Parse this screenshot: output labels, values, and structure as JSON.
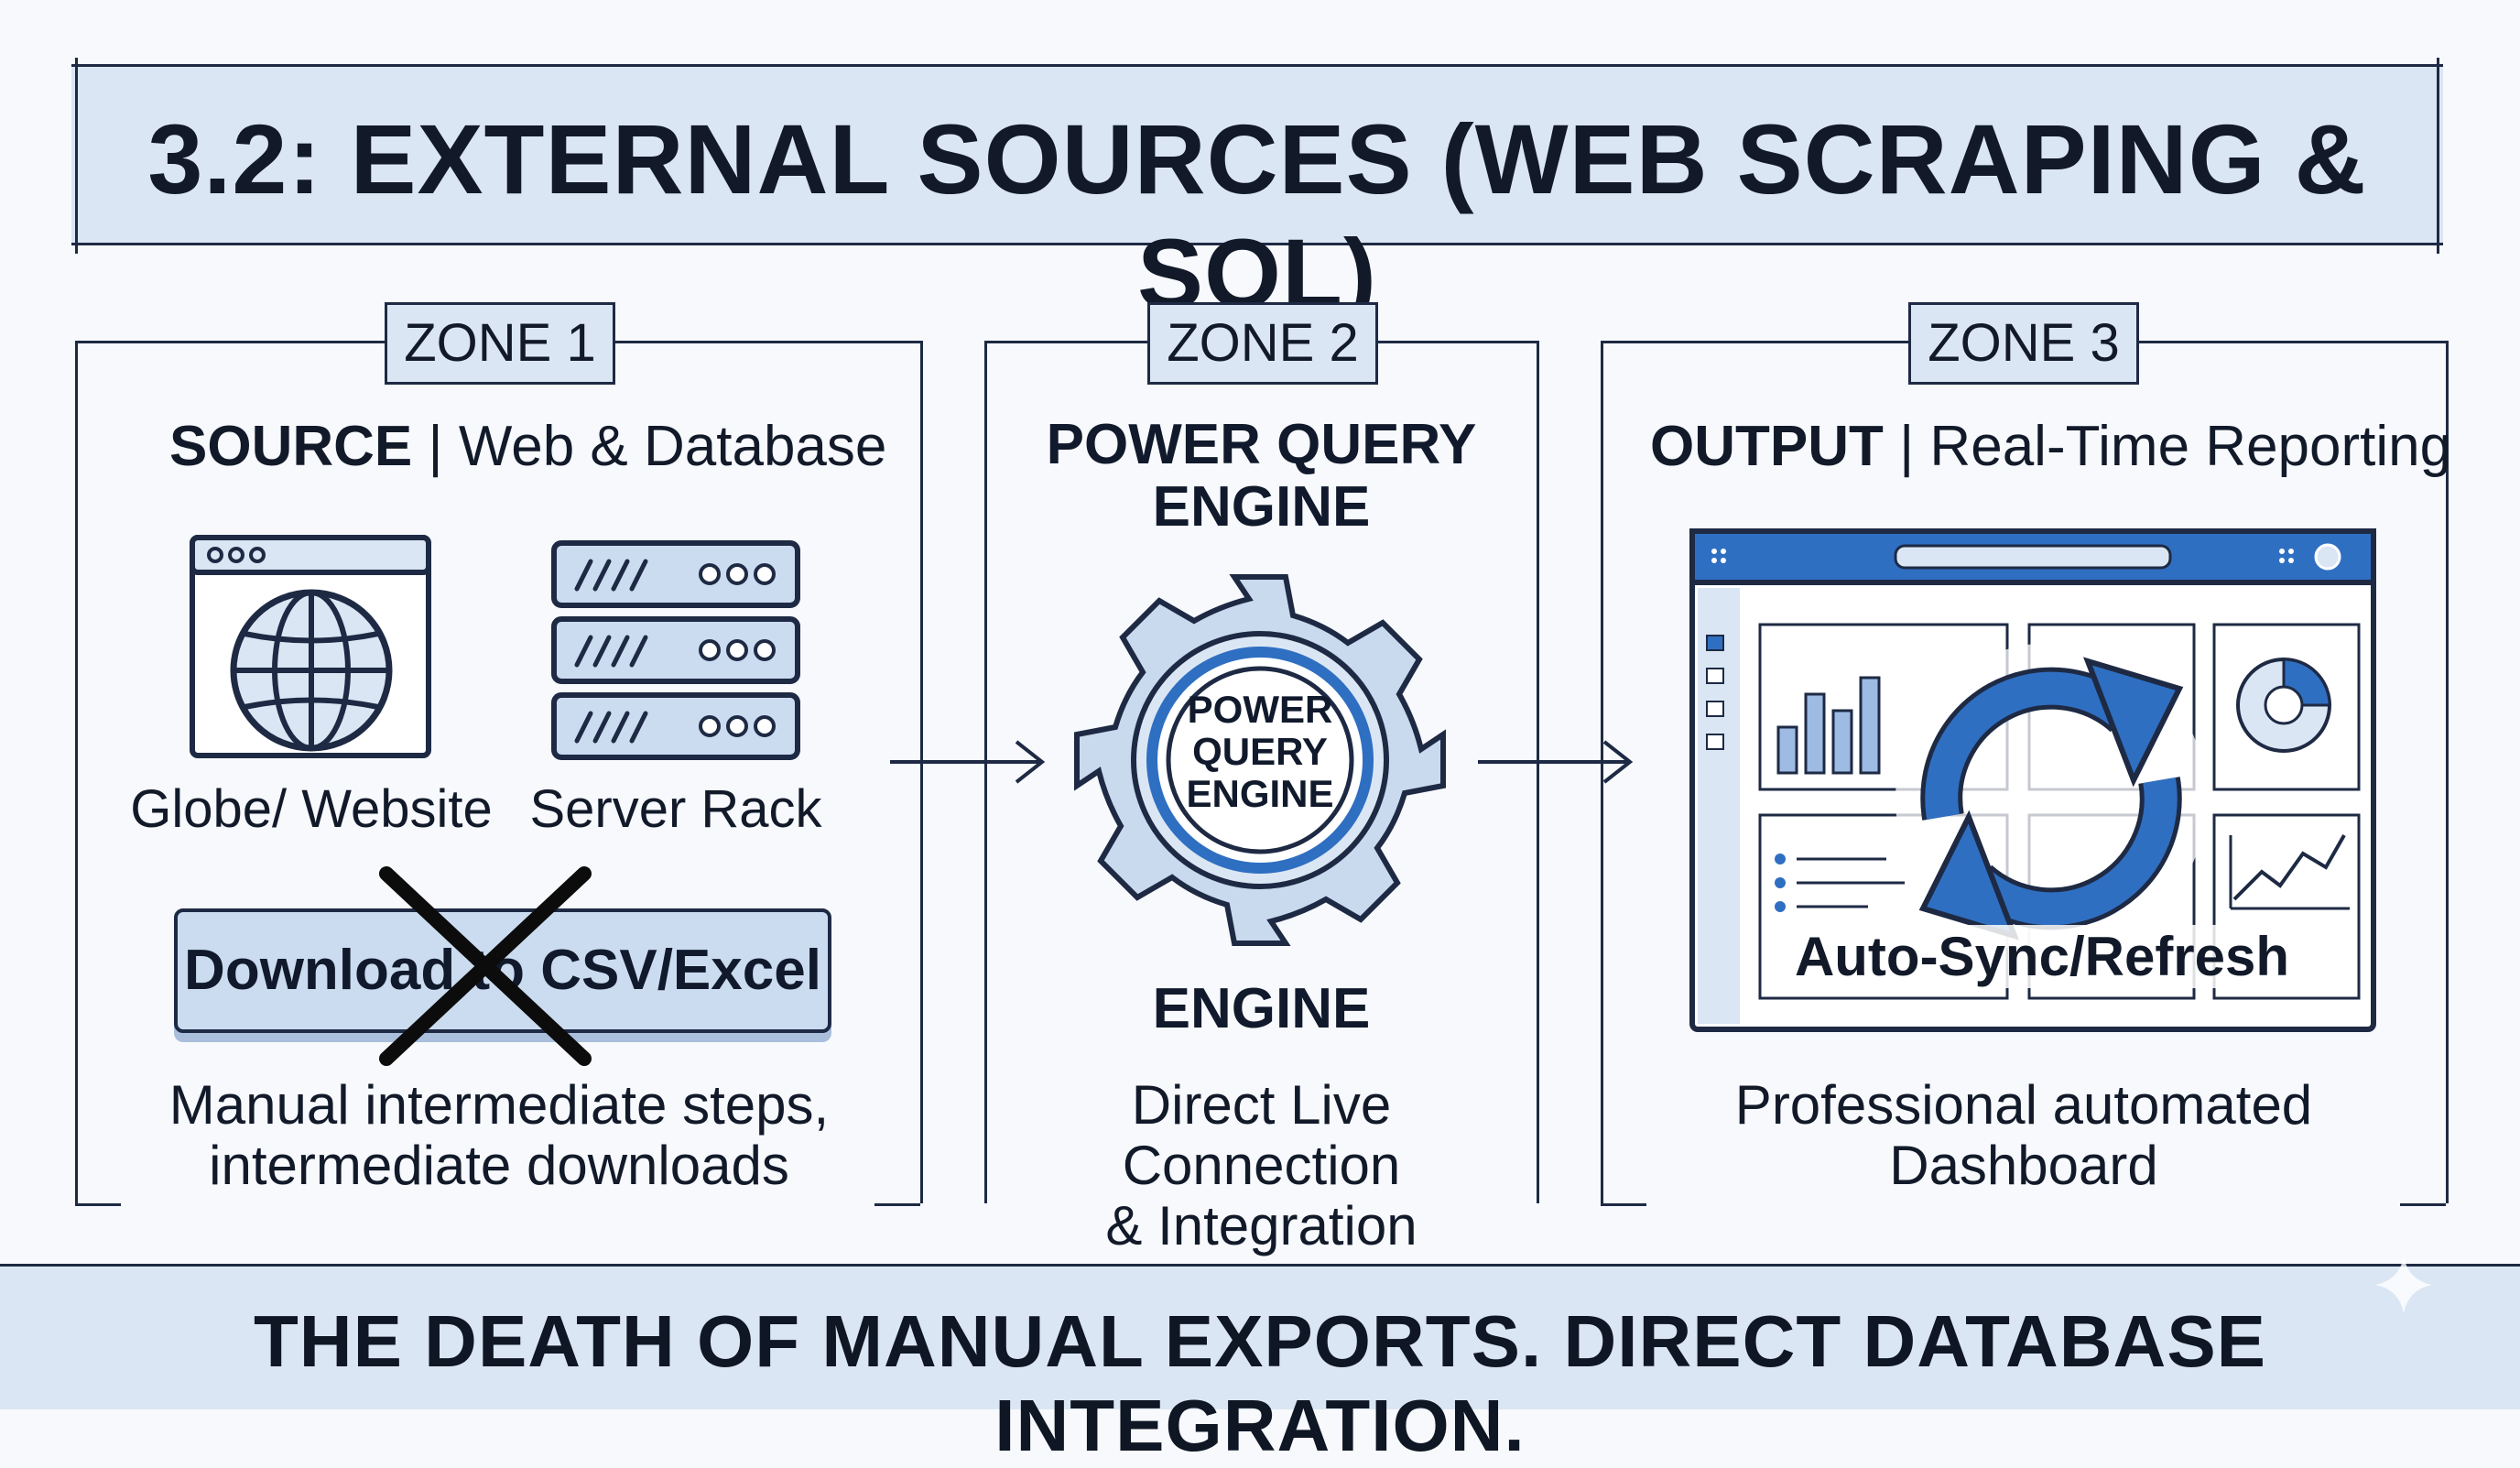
{
  "title": "3.2: EXTERNAL SOURCES (WEB SCRAPING & SQL)",
  "zones": [
    {
      "tag": "ZONE 1",
      "heading_bold": "SOURCE",
      "heading_rest": " | Web & Database",
      "icon_labels": [
        "Globe/ Website",
        "Server Rack"
      ],
      "crossed_button": "Download to CSV/Excel",
      "description": "Manual intermediate steps,\nintermediate downloads"
    },
    {
      "tag": "ZONE 2",
      "heading_line1": "POWER QUERY",
      "heading_line2": "ENGINE",
      "gear_text": [
        "POWER",
        "QUERY",
        "ENGINE"
      ],
      "sub_heading": "ENGINE",
      "description": "Direct Live Connection\n& Integration"
    },
    {
      "tag": "ZONE 3",
      "heading_bold": "OUTPUT",
      "heading_rest": " | Real-Time Reporting",
      "overlay": "Auto-Sync/Refresh",
      "description": "Professional automated\nDashboard"
    }
  ],
  "footer": "THE DEATH OF MANUAL EXPORTS. DIRECT DATABASE INTEGRATION.",
  "colors": {
    "accent_blue": "#2f6fc2",
    "light_blue": "#dbe6f4",
    "ink": "#1e2a44"
  }
}
